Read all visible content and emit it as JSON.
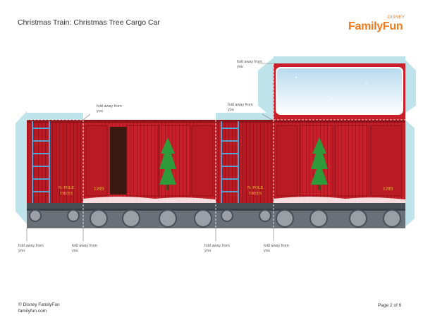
{
  "header": {
    "title": "Christmas Train: Christmas Tree Cargo Car",
    "logo_top": "DISNEY",
    "logo_main": "FamilyFun"
  },
  "fold_notes": {
    "roof_tab": "fold away from you",
    "top_left": "fold away from you",
    "top_middle": "fold away from you",
    "bottom_1": "fold away from you",
    "bottom_2": "fold away from you",
    "bottom_3": "fold away from you",
    "bottom_4": "fold away from you"
  },
  "car_panels": {
    "sign_left_line1": "N. POLE",
    "sign_left_line2": "TREES",
    "sign_right_line1": "N. POLE",
    "sign_right_line2": "TREES",
    "car_number_left": "1209",
    "car_number_right": "1209"
  },
  "footer": {
    "copyright": "© Disney FamilyFun",
    "website": "familyfun.com",
    "page": "Page 2 of 6"
  },
  "colors": {
    "car_red": "#c8202a",
    "car_dark_red": "#8f1218",
    "tab_blue": "#bfe3ea",
    "ladder_blue": "#5a9fd0",
    "tree_green": "#2e9a3a",
    "undercarriage": "#4a4f56",
    "logo_orange": "#f07a1c",
    "sign_gold": "#f0c040"
  }
}
